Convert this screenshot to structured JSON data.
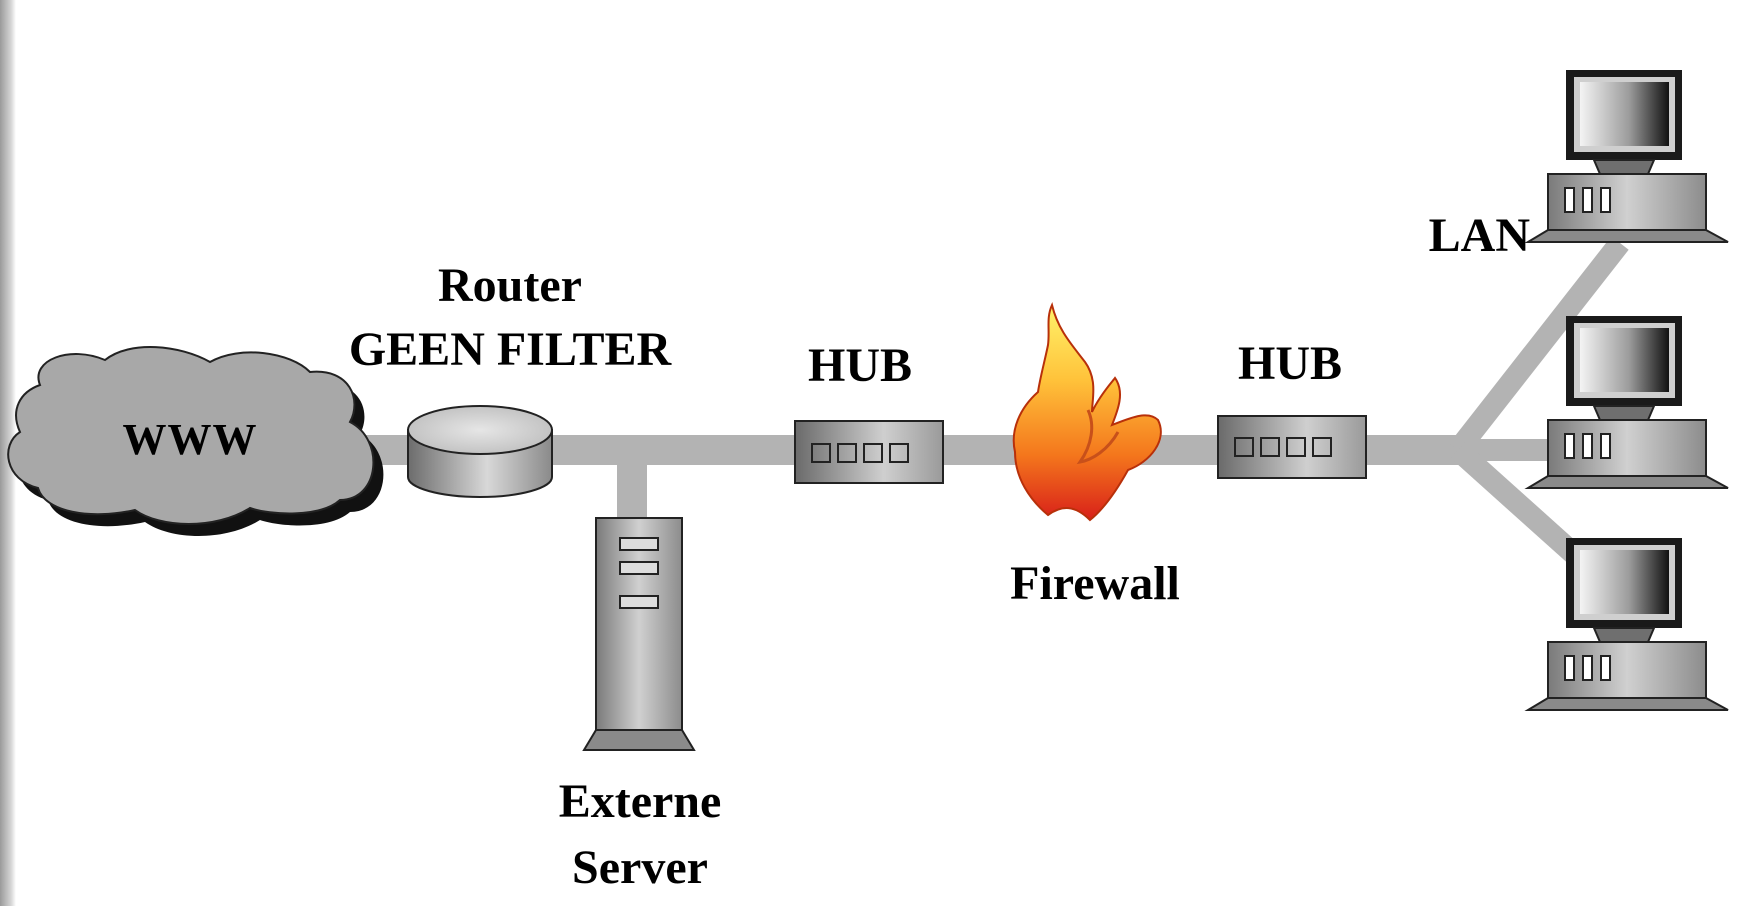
{
  "labels": {
    "router_line1": "Router",
    "router_line2": "GEEN FILTER",
    "hub_left": "HUB",
    "hub_right": "HUB",
    "firewall": "Firewall",
    "server_line1": "Externe",
    "server_line2": "Server",
    "lan": "LAN",
    "cloud": "WWW"
  },
  "icons": [
    "cloud-icon",
    "router-icon",
    "hub-icon",
    "firewall-icon",
    "server-icon",
    "computer-icon"
  ]
}
